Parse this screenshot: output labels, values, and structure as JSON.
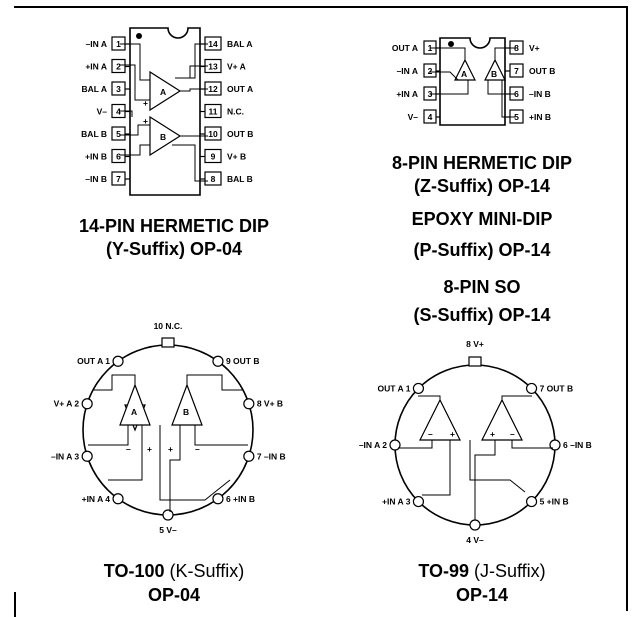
{
  "dip14": {
    "left_pins": [
      {
        "num": "1",
        "label": "–IN A"
      },
      {
        "num": "2",
        "label": "+IN A"
      },
      {
        "num": "3",
        "label": "BAL A"
      },
      {
        "num": "4",
        "label": "V–"
      },
      {
        "num": "5",
        "label": "BAL B"
      },
      {
        "num": "6",
        "label": "+IN B"
      },
      {
        "num": "7",
        "label": "–IN B"
      }
    ],
    "right_pins": [
      {
        "num": "14",
        "label": "BAL A"
      },
      {
        "num": "13",
        "label": "V+ A"
      },
      {
        "num": "12",
        "label": "OUT A"
      },
      {
        "num": "11",
        "label": "N.C."
      },
      {
        "num": "10",
        "label": "OUT B"
      },
      {
        "num": "9",
        "label": "V+ B"
      },
      {
        "num": "8",
        "label": "BAL B"
      }
    ],
    "amp_a": "A",
    "amp_b": "B",
    "caption1": "14-PIN HERMETIC DIP",
    "caption2": "(Y-Suffix) OP-04"
  },
  "dip8": {
    "left_pins": [
      {
        "num": "1",
        "label": "OUT A"
      },
      {
        "num": "2",
        "label": "–IN A"
      },
      {
        "num": "3",
        "label": "+IN A"
      },
      {
        "num": "4",
        "label": "V–"
      }
    ],
    "right_pins": [
      {
        "num": "8",
        "label": "V+"
      },
      {
        "num": "7",
        "label": "OUT B"
      },
      {
        "num": "6",
        "label": "–IN B"
      },
      {
        "num": "5",
        "label": "+IN B"
      }
    ],
    "amp_a": "A",
    "amp_b": "B",
    "captions": [
      "8-PIN HERMETIC DIP",
      "(Z-Suffix) OP-14",
      "EPOXY MINI-DIP",
      "(P-Suffix) OP-14",
      "8-PIN SO",
      "(S-Suffix) OP-14"
    ]
  },
  "to100": {
    "pins": [
      {
        "label": "10 N.C."
      },
      {
        "label": "OUT A 1"
      },
      {
        "label": "9 OUT B"
      },
      {
        "label": "V+ A 2"
      },
      {
        "label": "8 V+ B"
      },
      {
        "label": "–IN A 3"
      },
      {
        "label": "7 –IN B"
      },
      {
        "label": "+IN A 4"
      },
      {
        "label": "6 +IN B"
      },
      {
        "label": "5 V–"
      }
    ],
    "amp_a": "A",
    "amp_b": "B",
    "caption_bold": "TO-100",
    "caption_normal": " (K-Suffix)",
    "caption2": "OP-04"
  },
  "to99": {
    "pins": [
      {
        "label": "8 V+"
      },
      {
        "label": "OUT A 1"
      },
      {
        "label": "7 OUT B"
      },
      {
        "label": "–IN A 2"
      },
      {
        "label": "6 –IN B"
      },
      {
        "label": "+IN A 3"
      },
      {
        "label": "5 +IN B"
      },
      {
        "label": "4 V–"
      }
    ],
    "amp_a": "A",
    "amp_b": "B",
    "caption_bold": "TO-99",
    "caption_normal": " (J-Suffix)",
    "caption2": "OP-14"
  }
}
